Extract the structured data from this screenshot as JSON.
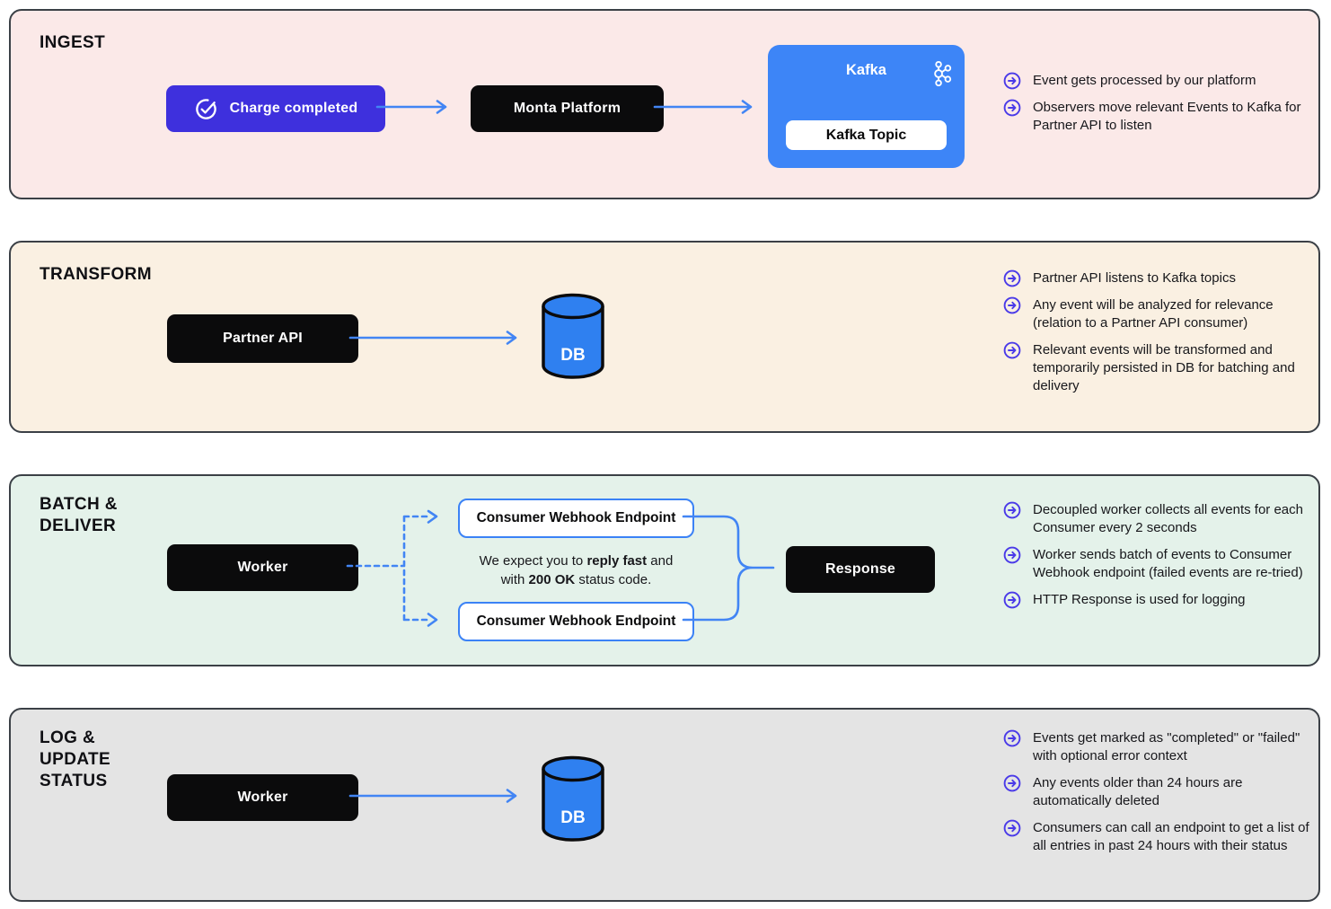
{
  "colors": {
    "ingest_bg": "#fbe9e8",
    "transform_bg": "#faf0e2",
    "batch_bg": "#e4f2ea",
    "log_bg": "#e4e4e4",
    "arrow_blue": "#4285f4",
    "kafka_blue": "#3d85f7",
    "db_blue": "#2f80f0",
    "button_indigo": "#3e30dd",
    "bullet_icon_indigo": "#4a3ae8",
    "box_black": "#0b0b0c"
  },
  "sections": {
    "ingest": {
      "title": "INGEST",
      "charge_button": "Charge completed",
      "monta_platform": "Monta Platform",
      "kafka": {
        "title": "Kafka",
        "topic": "Kafka Topic"
      },
      "bullets": [
        "Event gets processed by our platform",
        "Observers move relevant Events to Kafka for Partner API to listen"
      ]
    },
    "transform": {
      "title": "TRANSFORM",
      "partner_api": "Partner API",
      "db": "DB",
      "bullets": [
        "Partner API listens to Kafka topics",
        "Any event will be analyzed for relevance (relation to a Partner API consumer)",
        "Relevant events will be transformed and temporarily persisted in DB for batching and delivery"
      ]
    },
    "batch": {
      "title_lines": [
        "BATCH &",
        "DELIVER"
      ],
      "worker": "Worker",
      "endpoint_top": "Consumer Webhook Endpoint",
      "endpoint_bottom": "Consumer Webhook Endpoint",
      "note": {
        "l1a": "We expect you to ",
        "l1b": "reply fast",
        "l1c": " and",
        "l2a": "with ",
        "l2b": "200 OK",
        "l2c": " status code."
      },
      "response": "Response",
      "bullets": [
        "Decoupled worker collects all events for each Consumer every 2 seconds",
        "Worker sends batch of events to Consumer Webhook endpoint (failed events are re-tried)",
        "HTTP Response is used for logging"
      ]
    },
    "log": {
      "title_lines": [
        "LOG &",
        "UPDATE",
        "STATUS"
      ],
      "worker": "Worker",
      "db": "DB",
      "bullets": [
        "Events get marked as \"completed\" or \"failed\" with optional error context",
        "Any events older than 24 hours are automatically deleted",
        "Consumers can call an endpoint to get a list of all entries in past 24 hours with their status"
      ]
    }
  }
}
